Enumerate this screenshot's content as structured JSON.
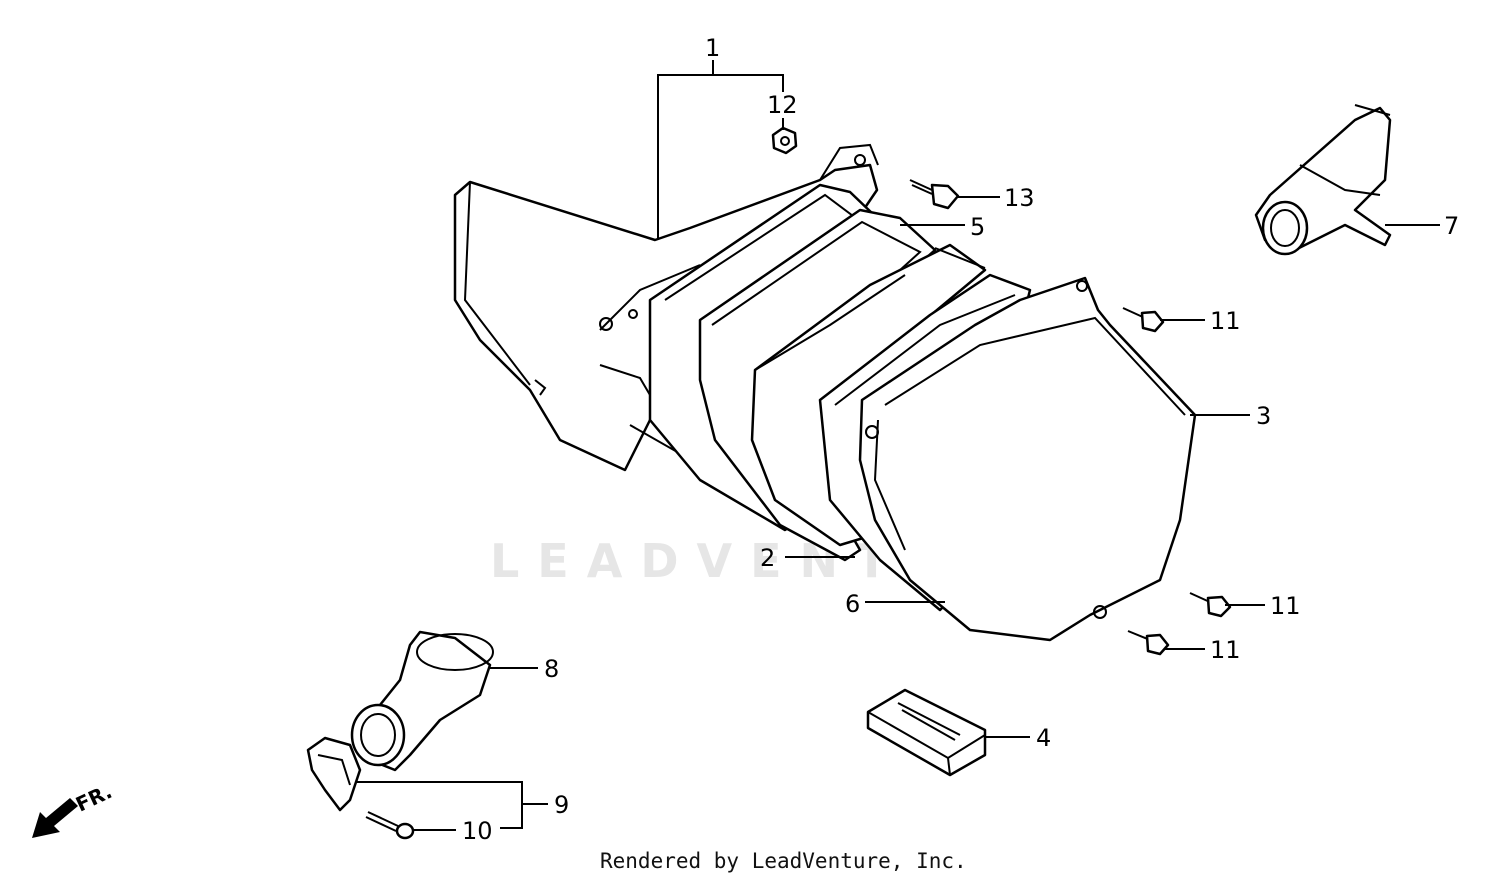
{
  "callouts": {
    "c1": "1",
    "c2": "2",
    "c3": "3",
    "c4": "4",
    "c5": "5",
    "c6": "6",
    "c7": "7",
    "c8": "8",
    "c9": "9",
    "c10": "10",
    "c11a": "11",
    "c11b": "11",
    "c11c": "11",
    "c12": "12",
    "c13": "13"
  },
  "watermark": "LEADVENTURE",
  "direction_label": "FR.",
  "credit": "Rendered by LeadVenture, Inc."
}
